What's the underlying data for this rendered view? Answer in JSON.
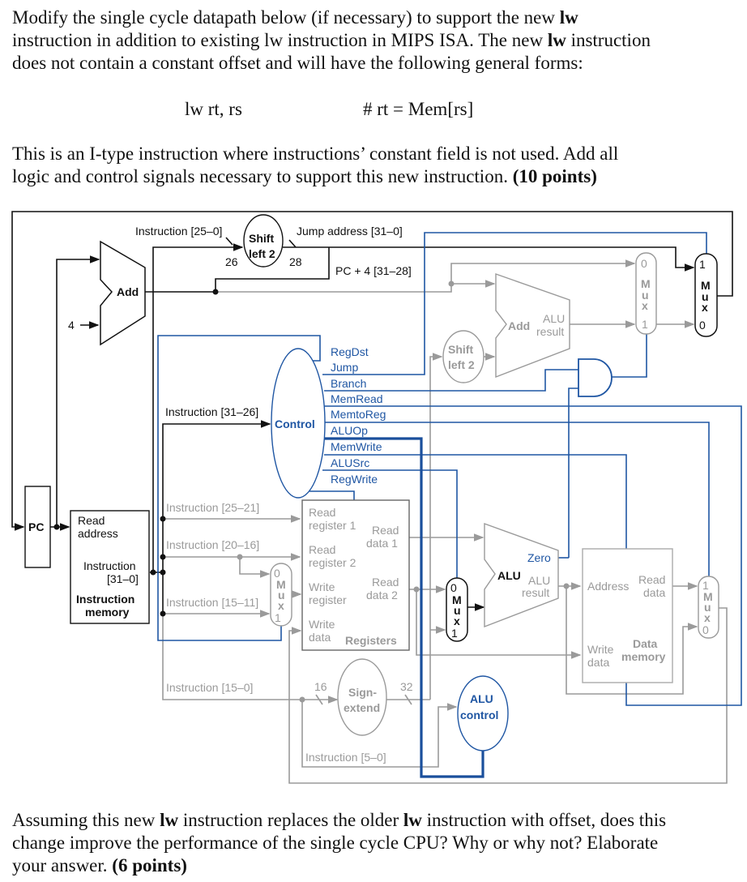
{
  "question": {
    "line1_a": "Modify the single cycle datapath below (if necessary) to support the new ",
    "line1_b": "lw",
    "line2_a": "instruction in addition to existing lw instruction in MIPS ISA. The new ",
    "line2_b": "lw",
    "line2_c": " instruction",
    "line3": "does not contain a constant offset and will have the following general forms:",
    "code_instr": "lw rt, rs",
    "code_comment": "# rt = Mem[rs]",
    "line4": "This is an I-type instruction where instructions’ constant field is not used. Add all",
    "line5_a": "logic and control signals necessary to support this new instruction. ",
    "line5_b": "(10 points)",
    "follow1_a": "Assuming this new ",
    "follow1_b": "lw",
    "follow1_c": " instruction replaces the older ",
    "follow1_d": "lw",
    "follow1_e": " instruction with offset, does this",
    "follow2": "change improve the performance of the single cycle CPU? Why or why not? Elaborate",
    "follow3_a": "your answer. ",
    "follow3_b": "(6 points)"
  },
  "diagram": {
    "colors": {
      "control": "#1f56a3",
      "active": "#111111",
      "inactive": "#9a9a9a"
    },
    "instr_25_0": "Instruction [25–0]",
    "shift_left_top": [
      "Shift",
      "left 2"
    ],
    "bits_26": "26",
    "bits_28": "28",
    "jump_address": "Jump address [31–0]",
    "pc4": "PC + 4 [31–28]",
    "add_label": "Add",
    "four": "4",
    "branch_add": {
      "label": "Add",
      "result": [
        "ALU",
        "result"
      ]
    },
    "shift_left_branch": [
      "Shift",
      "left 2"
    ],
    "mux_pcsrc": {
      "in0": "0",
      "in1": "1",
      "label": [
        "M",
        "u",
        "x"
      ]
    },
    "mux_jump": {
      "in0": "0",
      "in1": "1",
      "label": [
        "M",
        "u",
        "x"
      ]
    },
    "control": {
      "label": "Control",
      "signals": [
        "RegDst",
        "Jump",
        "Branch",
        "MemRead",
        "MemtoReg",
        "ALUOp",
        "MemWrite",
        "ALUSrc",
        "RegWrite"
      ]
    },
    "instr_31_26": "Instruction [31–26]",
    "pc": "PC",
    "instr_mem": {
      "read_address": [
        "Read",
        "address"
      ],
      "instruction": [
        "Instruction",
        "[31–0]"
      ],
      "title": [
        "Instruction",
        "memory"
      ]
    },
    "instr_25_21": "Instruction [25–21]",
    "instr_20_16": "Instruction [20–16]",
    "instr_15_11": "Instruction [15–11]",
    "instr_15_0": "Instruction [15–0]",
    "instr_5_0": "Instruction [5–0]",
    "mux_regdst": {
      "in0": "0",
      "in1": "1",
      "label": [
        "M",
        "u",
        "x"
      ]
    },
    "registers": {
      "rr1": [
        "Read",
        "register 1"
      ],
      "rr2": [
        "Read",
        "register 2"
      ],
      "wr": [
        "Write",
        "register"
      ],
      "wd": [
        "Write",
        "data"
      ],
      "rd1": [
        "Read",
        "data 1"
      ],
      "rd2": [
        "Read",
        "data 2"
      ],
      "title": "Registers"
    },
    "bits_16": "16",
    "bits_32": "32",
    "sign_extend": [
      "Sign-",
      "extend"
    ],
    "mux_alusrc": {
      "in0": "0",
      "in1": "1",
      "label": [
        "M",
        "u",
        "x"
      ]
    },
    "alu": {
      "label": "ALU",
      "zero": "Zero",
      "result": [
        "ALU",
        "result"
      ]
    },
    "alu_control": [
      "ALU",
      "control"
    ],
    "data_memory": {
      "address": "Address",
      "read_data": [
        "Read",
        "data"
      ],
      "write_data": [
        "Write",
        "data"
      ],
      "title": [
        "Data",
        "memory"
      ]
    },
    "mux_memtoreg": {
      "in0": "0",
      "in1": "1",
      "label": [
        "M",
        "u",
        "x"
      ]
    }
  }
}
